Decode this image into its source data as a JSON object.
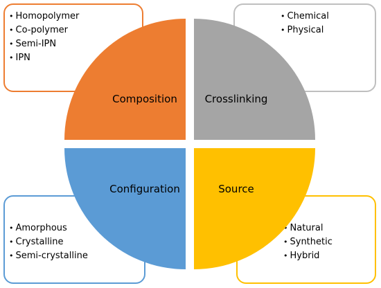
{
  "colors": {
    "composition": "#ED7D31",
    "crosslinking": "#A5A5A5",
    "configuration": "#5B9BD5",
    "source": "#FFC000"
  },
  "quadrants": {
    "composition": "Composition",
    "crosslinking": "Crosslinking",
    "configuration": "Configuration",
    "source": "Source"
  },
  "boxes": {
    "composition": {
      "items": [
        "Homopolymer",
        "Co-polymer",
        "Semi-IPN",
        "IPN"
      ]
    },
    "crosslinking": {
      "items": [
        "Chemical",
        "Physical"
      ]
    },
    "configuration": {
      "items": [
        "Amorphous",
        "Crystalline",
        "Semi-crystalline"
      ]
    },
    "source": {
      "items": [
        "Natural",
        "Synthetic",
        "Hybrid"
      ]
    }
  }
}
